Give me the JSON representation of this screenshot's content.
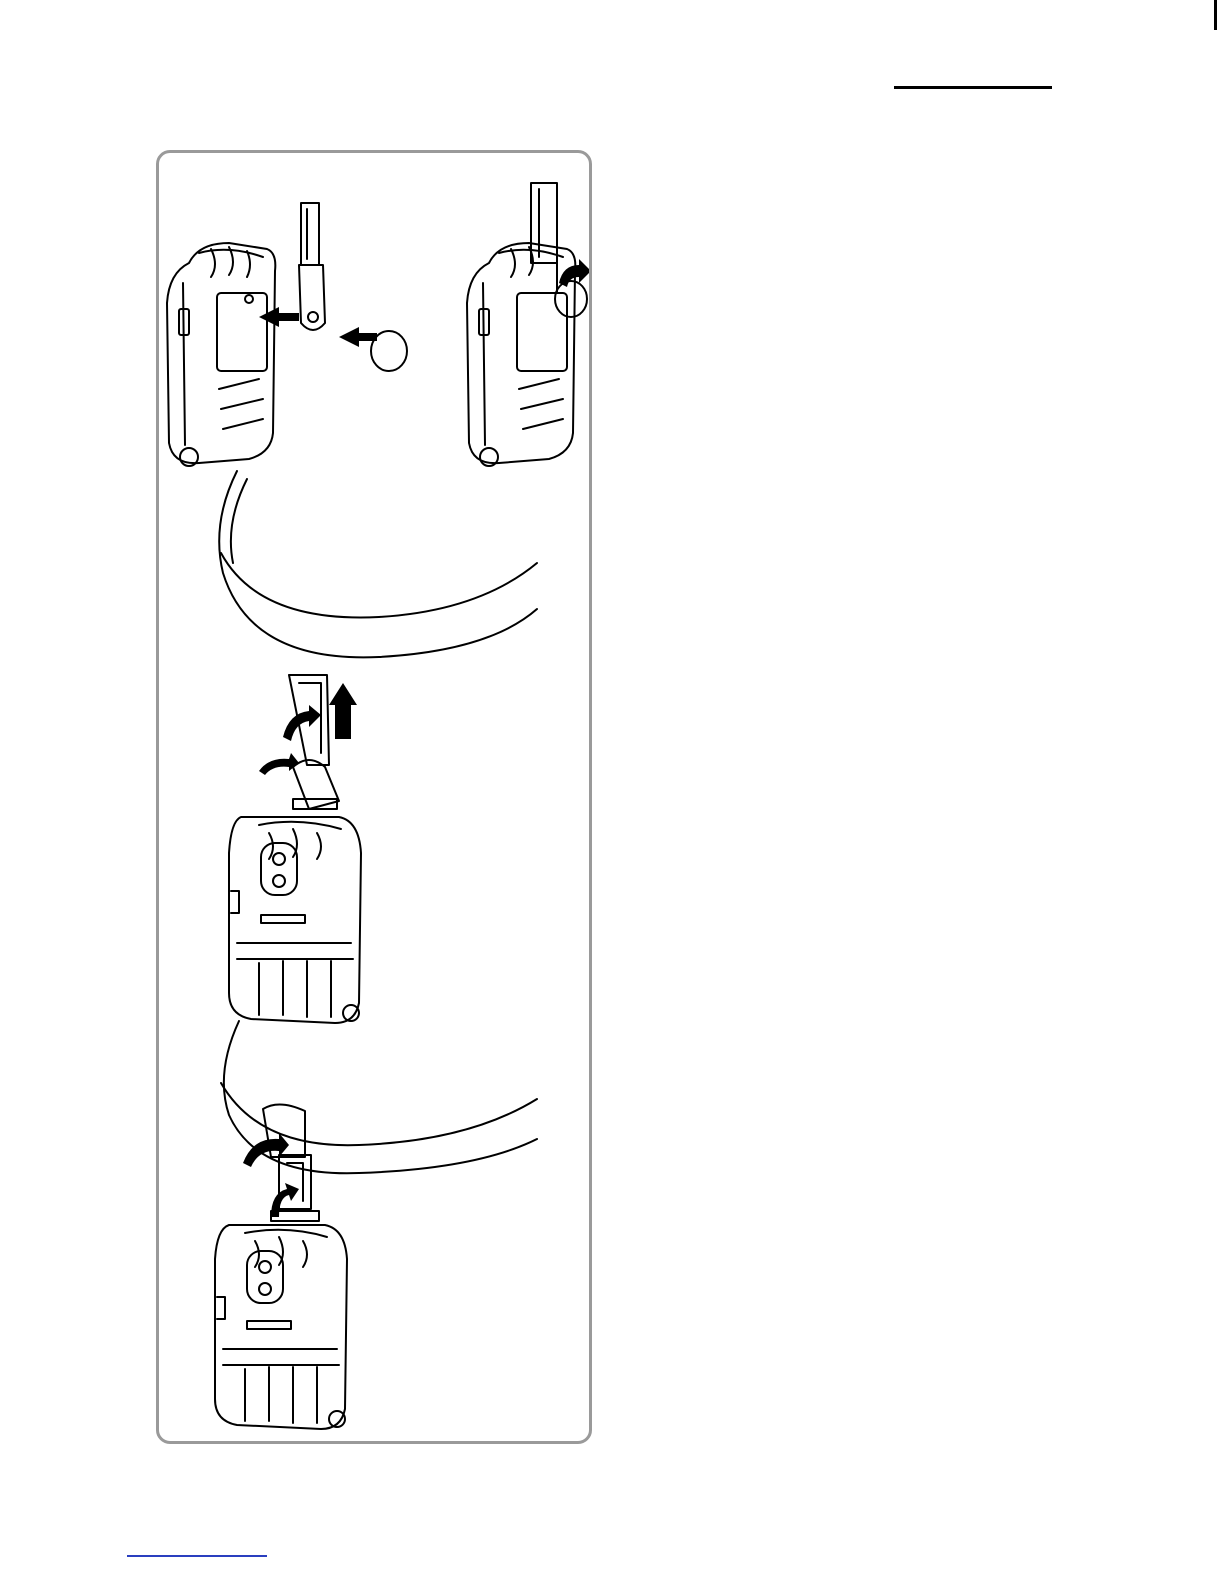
{
  "colors": {
    "panel_border": "#9a9a9a",
    "line": "#000000",
    "footer_link": "#2a3fbf"
  },
  "figure": {
    "steps": [
      {
        "id": "attach-clip",
        "arrows": [
          "arrow-right",
          "arrow-right"
        ]
      },
      {
        "id": "rotate-screw",
        "arrows": [
          "arrow-curved"
        ]
      },
      {
        "id": "open-clip-lift",
        "arrows": [
          "arrow-curved",
          "arrow-curved",
          "arrow-up"
        ]
      },
      {
        "id": "clip-on-belt",
        "arrows": [
          "arrow-curved",
          "arrow-curved"
        ]
      }
    ],
    "icons": [
      "printer-icon",
      "belt-clip-icon",
      "screw-disc-icon",
      "belt-icon",
      "arrow-icon"
    ]
  }
}
